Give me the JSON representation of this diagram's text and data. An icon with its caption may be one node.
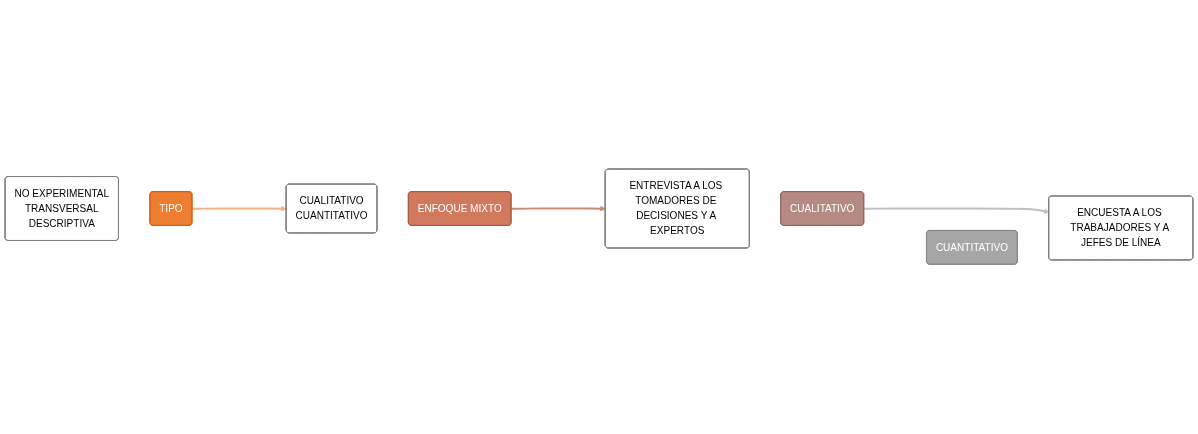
{
  "diagram": {
    "nodes": [
      {
        "text": [
          "NO EXPERIMENTAL",
          "TRANSVERSAL",
          "DESCRIPTIVA"
        ]
      },
      {
        "text": [
          "TIPO"
        ]
      },
      {
        "text": [
          "ENFOQUE MIXTO"
        ]
      },
      {
        "text": [
          "CUALITATIVO",
          "CUANTITATIVO"
        ]
      },
      {
        "text": [
          "ENTREVISTA A LOS TOMADORES DE DECISIONES Y A EXPERTOS"
        ]
      },
      {
        "text": [
          "CUALITATIVO"
        ]
      },
      {
        "text": [
          "CUANTITATIVO"
        ]
      },
      {
        "text": [
          "ENCUESTA A LOS TRABAJADORES Y A JEFES DE LÍNEA"
        ]
      }
    ],
    "edges": [
      {
        "from": 1,
        "to": 3,
        "arrow": "to",
        "color": "#f4b183"
      },
      {
        "from": 2,
        "to": 4,
        "arrow": "to",
        "color": "#c98a75"
      },
      {
        "from": 5,
        "to": 7,
        "arrow": "to",
        "color": "#bfbfbf"
      }
    ]
  }
}
